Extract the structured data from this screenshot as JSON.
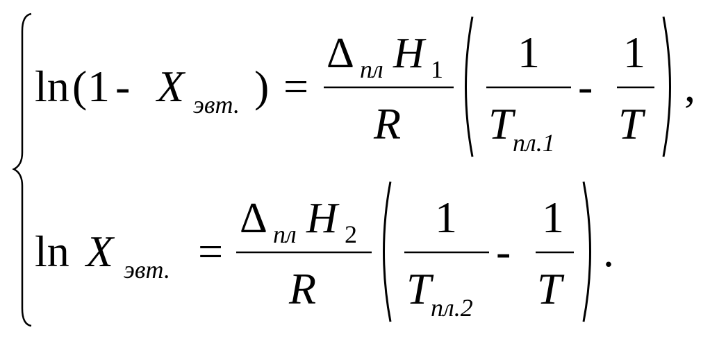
{
  "equation_system": {
    "line1": {
      "ln": "ln",
      "open_paren": "(",
      "one": "1",
      "minus": "-",
      "x": "X",
      "x_sub": "эвт.",
      "close_paren": ")",
      "equals": "=",
      "delta": "Δ",
      "delta_sub": "пл",
      "h": "H",
      "h_sub": "1",
      "r": "R",
      "frac1_num": "1",
      "t1": "T",
      "t1_sub": "пл.1",
      "minus2": "-",
      "frac2_num": "1",
      "t2": "T",
      "comma": ","
    },
    "line2": {
      "ln": "ln",
      "x": "X",
      "x_sub": "эвт.",
      "equals": "=",
      "delta": "Δ",
      "delta_sub": "пл",
      "h": "H",
      "h_sub": "2",
      "r": "R",
      "frac1_num": "1",
      "t1": "T",
      "t1_sub": "пл.2",
      "minus2": "-",
      "frac2_num": "1",
      "t2": "T",
      "period": "."
    }
  }
}
